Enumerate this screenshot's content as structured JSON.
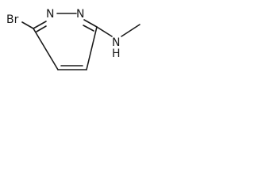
{
  "molecule": {
    "atoms": {
      "bromine": "Br",
      "ring_nitrogen_1": "N",
      "ring_nitrogen_2": "N",
      "amine_nitrogen": "N",
      "amine_hydrogen": "H"
    },
    "colors": {
      "ink": "#1a1a1a",
      "background": "#ffffff"
    }
  }
}
